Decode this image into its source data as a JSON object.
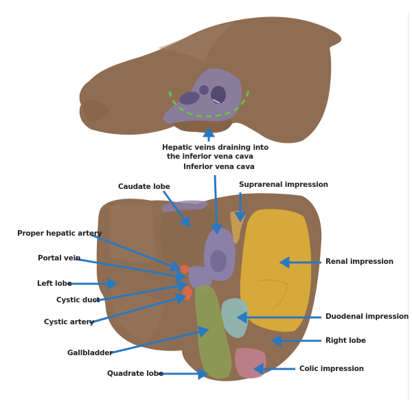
{
  "figure": {
    "title": "Liver anatomy – superior/posterior and visceral views",
    "colors": {
      "liver": "#8f6d52",
      "liver_light": "#a4826a",
      "liver_dark": "#7a5a42",
      "vena_cava": "#8a80a8",
      "renal_impression": "#d6a93a",
      "suprarenal_impression": "#c49a55",
      "duodenal_impression": "#8fb7b0",
      "colic_impression": "#c0808c",
      "gallbladder": "#8c9a55",
      "artery": "#d66a4a",
      "leader_line": "#2a78c0",
      "dashed_outline": "#6cc04a",
      "text": "#222222"
    }
  },
  "top_view": {
    "labels": {
      "hepatic_veins_line1": "Hepatic veins draining into",
      "hepatic_veins_line2": "the inferior vena cava"
    }
  },
  "bottom_view": {
    "labels": {
      "inferior_vena_cava": "Inferior vena cava",
      "caudate_lobe": "Caudate lobe",
      "suprarenal_impression": "Suprarenal impression",
      "proper_hepatic_artery": "Proper hepatic artery",
      "portal_vein": "Portal vein",
      "left_lobe": "Left lobe",
      "cystic_duct": "Cystic duct",
      "cystic_artery": "Cystic artery",
      "gallbladder": "Gallbladder",
      "quadrate_lobe": "Quadrate lobe",
      "renal_impression": "Renal impression",
      "duodenal_impression": "Duodenal impression",
      "right_lobe": "Right lobe",
      "colic_impression": "Colic impression"
    }
  }
}
